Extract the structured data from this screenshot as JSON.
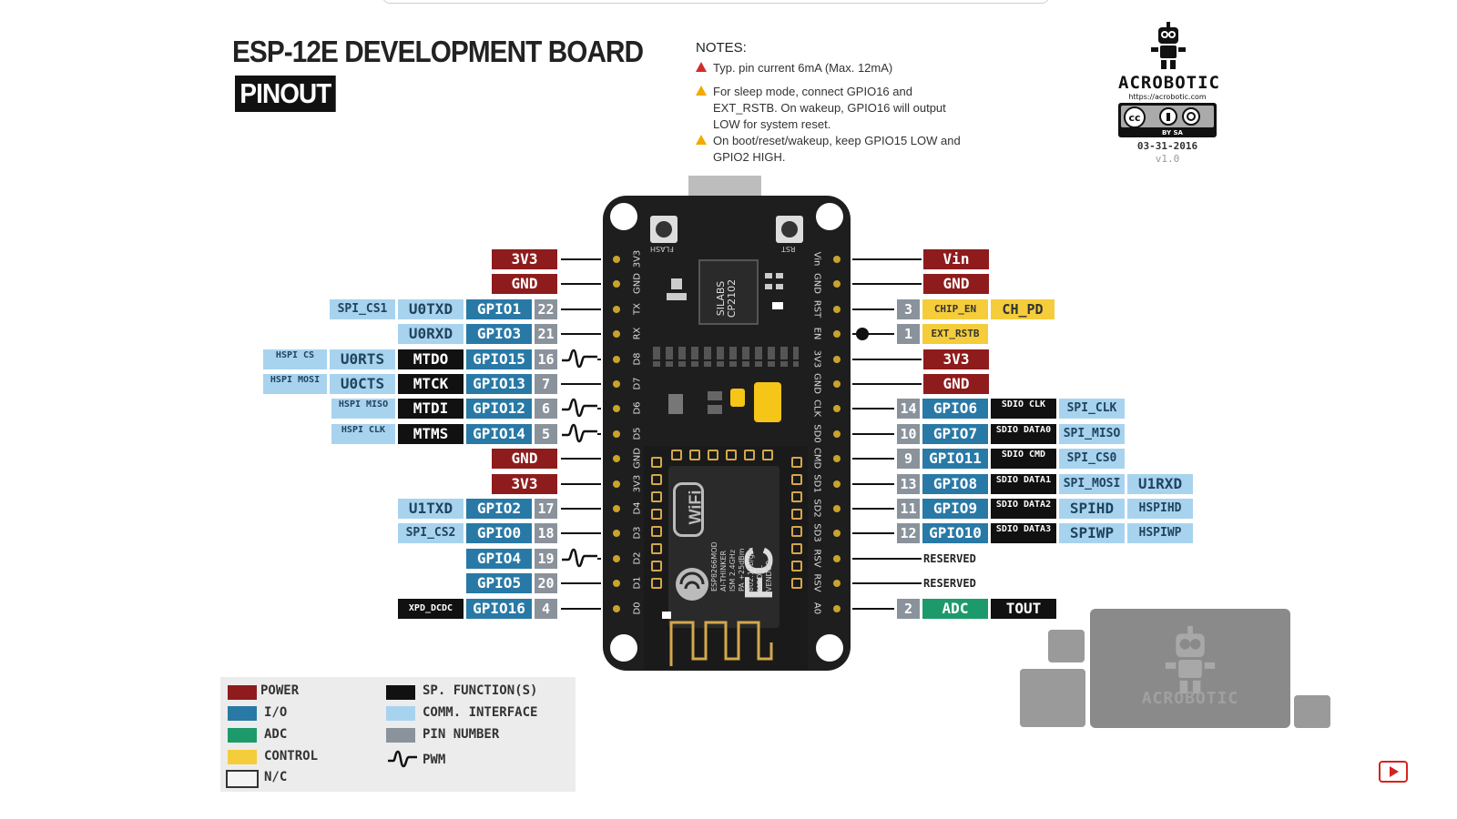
{
  "header": {
    "title": "ESP-12E DEVELOPMENT BOARD",
    "subtitle": "PINOUT"
  },
  "notes": {
    "heading": "NOTES:",
    "items": [
      "Typ. pin current 6mA (Max. 12mA)",
      "For sleep mode, connect GPIO16 and EXT_RSTB. On wakeup, GPIO16 will output LOW for system reset.",
      "On boot/reset/wakeup, keep GPIO15 LOW and GPIO2 HIGH."
    ]
  },
  "logo": {
    "brand": "ACROBOTIC",
    "url": "https://acrobotic.com",
    "date": "03-31-2016",
    "version": "v1.0",
    "license": "BY SA"
  },
  "board": {
    "buttons": [
      "FLASH",
      "RST"
    ],
    "chip": [
      "SILABS",
      "CP2102"
    ],
    "left_header": [
      "3V3",
      "GND",
      "TX",
      "RX",
      "D8",
      "D7",
      "D6",
      "D5",
      "GND",
      "3V3",
      "D4",
      "D3",
      "D2",
      "D1",
      "D0"
    ],
    "right_header": [
      "Vin",
      "GND",
      "RST",
      "EN",
      "3V3",
      "GND",
      "CLK",
      "SD0",
      "CMD",
      "SD1",
      "SD2",
      "SD3",
      "RSV",
      "RSV",
      "A0"
    ],
    "module_text": [
      "ESP8266MOD",
      "AI-THINKER",
      "ISM 2.4GHz",
      "PA +25dBm",
      "802.11b/g/n",
      "MODEL",
      "VENDOR"
    ],
    "wifi_label": "WiFi",
    "fcc_label": "FC"
  },
  "left_pins": [
    [
      {
        "t": "3V3",
        "c": "power"
      }
    ],
    [
      {
        "t": "GND",
        "c": "power"
      }
    ],
    [
      {
        "t": "SPI_CS1",
        "c": "comm"
      },
      {
        "t": "U0TXD",
        "c": "comm big"
      },
      {
        "t": "GPIO1",
        "c": "io"
      },
      {
        "t": "22",
        "c": "num"
      }
    ],
    [
      {
        "t": "U0RXD",
        "c": "comm big"
      },
      {
        "t": "GPIO3",
        "c": "io"
      },
      {
        "t": "21",
        "c": "num"
      }
    ],
    [
      {
        "t": "HSPI CS",
        "c": "comm small"
      },
      {
        "t": "U0RTS",
        "c": "comm big"
      },
      {
        "t": "MTDO",
        "c": "sp"
      },
      {
        "t": "GPIO15",
        "c": "io"
      },
      {
        "t": "16",
        "c": "num"
      }
    ],
    [
      {
        "t": "HSPI MOSI",
        "c": "comm small"
      },
      {
        "t": "U0CTS",
        "c": "comm big"
      },
      {
        "t": "MTCK",
        "c": "sp"
      },
      {
        "t": "GPIO13",
        "c": "io"
      },
      {
        "t": "7",
        "c": "num"
      }
    ],
    [
      {
        "t": "HSPI MISO",
        "c": "comm small"
      },
      {
        "t": "MTDI",
        "c": "sp"
      },
      {
        "t": "GPIO12",
        "c": "io"
      },
      {
        "t": "6",
        "c": "num"
      }
    ],
    [
      {
        "t": "HSPI CLK",
        "c": "comm small"
      },
      {
        "t": "MTMS",
        "c": "sp"
      },
      {
        "t": "GPIO14",
        "c": "io"
      },
      {
        "t": "5",
        "c": "num"
      }
    ],
    [
      {
        "t": "GND",
        "c": "power"
      }
    ],
    [
      {
        "t": "3V3",
        "c": "power"
      }
    ],
    [
      {
        "t": "U1TXD",
        "c": "comm big"
      },
      {
        "t": "GPIO2",
        "c": "io"
      },
      {
        "t": "17",
        "c": "num"
      }
    ],
    [
      {
        "t": "SPI_CS2",
        "c": "comm"
      },
      {
        "t": "GPIO0",
        "c": "io"
      },
      {
        "t": "18",
        "c": "num"
      }
    ],
    [
      {
        "t": "GPIO4",
        "c": "io"
      },
      {
        "t": "19",
        "c": "num"
      }
    ],
    [
      {
        "t": "GPIO5",
        "c": "io"
      },
      {
        "t": "20",
        "c": "num"
      }
    ],
    [
      {
        "t": "XPD_DCDC",
        "c": "sp small1"
      },
      {
        "t": "GPIO16",
        "c": "io"
      },
      {
        "t": "4",
        "c": "num"
      }
    ]
  ],
  "right_pins": [
    [
      {
        "t": "Vin",
        "c": "power"
      }
    ],
    [
      {
        "t": "GND",
        "c": "power"
      }
    ],
    [
      {
        "t": "3",
        "c": "num"
      },
      {
        "t": "CHIP_EN",
        "c": "ctrl"
      },
      {
        "t": "CH_PD",
        "c": "ctrl big"
      }
    ],
    [
      {
        "t": "1",
        "c": "num"
      },
      {
        "t": "EXT_RSTB",
        "c": "ctrl"
      }
    ],
    [
      {
        "t": "3V3",
        "c": "power"
      }
    ],
    [
      {
        "t": "GND",
        "c": "power"
      }
    ],
    [
      {
        "t": "14",
        "c": "num"
      },
      {
        "t": "GPIO6",
        "c": "io"
      },
      {
        "t": "SDIO CLK",
        "c": "sp small"
      },
      {
        "t": "SPI_CLK",
        "c": "comm"
      }
    ],
    [
      {
        "t": "10",
        "c": "num"
      },
      {
        "t": "GPIO7",
        "c": "io"
      },
      {
        "t": "SDIO DATA0",
        "c": "sp small"
      },
      {
        "t": "SPI_MISO",
        "c": "comm"
      }
    ],
    [
      {
        "t": "9",
        "c": "num"
      },
      {
        "t": "GPIO11",
        "c": "io"
      },
      {
        "t": "SDIO CMD",
        "c": "sp small"
      },
      {
        "t": "SPI_CS0",
        "c": "comm"
      }
    ],
    [
      {
        "t": "13",
        "c": "num"
      },
      {
        "t": "GPIO8",
        "c": "io"
      },
      {
        "t": "SDIO DATA1",
        "c": "sp small"
      },
      {
        "t": "SPI_MOSI",
        "c": "comm"
      },
      {
        "t": "U1RXD",
        "c": "comm big"
      }
    ],
    [
      {
        "t": "11",
        "c": "num"
      },
      {
        "t": "GPIO9",
        "c": "io"
      },
      {
        "t": "SDIO DATA2",
        "c": "sp small"
      },
      {
        "t": "SPIHD",
        "c": "comm big"
      },
      {
        "t": "HSPIHD",
        "c": "comm big2"
      }
    ],
    [
      {
        "t": "12",
        "c": "num"
      },
      {
        "t": "GPIO10",
        "c": "io"
      },
      {
        "t": "SDIO DATA3",
        "c": "sp small"
      },
      {
        "t": "SPIWP",
        "c": "comm big"
      },
      {
        "t": "HSPIWP",
        "c": "comm big2"
      }
    ],
    [
      {
        "t": "RESERVED",
        "c": "txt"
      }
    ],
    [
      {
        "t": "RESERVED",
        "c": "txt"
      }
    ],
    [
      {
        "t": "2",
        "c": "num"
      },
      {
        "t": "ADC",
        "c": "adc"
      },
      {
        "t": "TOUT",
        "c": "sp"
      }
    ]
  ],
  "legend": [
    {
      "label": "POWER",
      "color": "#8e1c1c"
    },
    {
      "label": "I/O",
      "color": "#2979a6"
    },
    {
      "label": "ADC",
      "color": "#1d9a6c"
    },
    {
      "label": "CONTROL",
      "color": "#f5cd3b"
    },
    {
      "label": "N/C",
      "color": "#f4f4f4"
    },
    {
      "label": "SP. FUNCTION(S)",
      "color": "#111111"
    },
    {
      "label": "COMM. INTERFACE",
      "color": "#a8d3ef"
    },
    {
      "label": "PIN NUMBER",
      "color": "#8a939c"
    },
    {
      "label": "PWM",
      "color": "none"
    }
  ]
}
